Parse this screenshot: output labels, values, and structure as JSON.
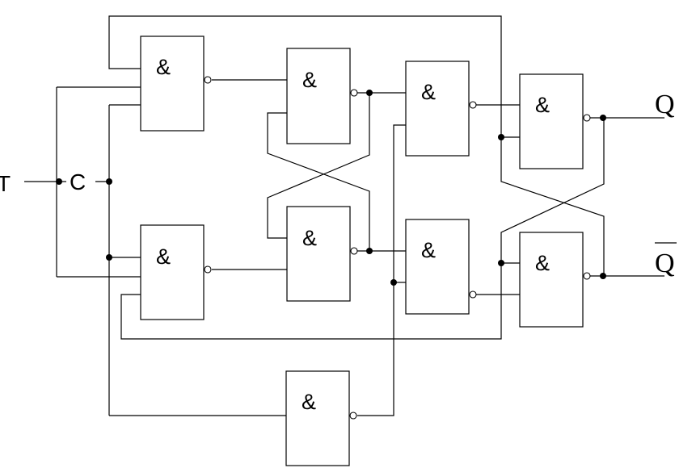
{
  "labels": {
    "input_t": "T",
    "input_c": "C",
    "output_q": "Q",
    "output_q_bar": "Q"
  },
  "gates": {
    "symbol": "&",
    "master_input_top": "&",
    "master_input_bottom": "&",
    "master_latch_top": "&",
    "master_latch_bottom": "&",
    "slave_input_top": "&",
    "slave_input_bottom": "&",
    "slave_latch_top": "&",
    "slave_latch_bottom": "&",
    "clock_inverter": "&"
  }
}
